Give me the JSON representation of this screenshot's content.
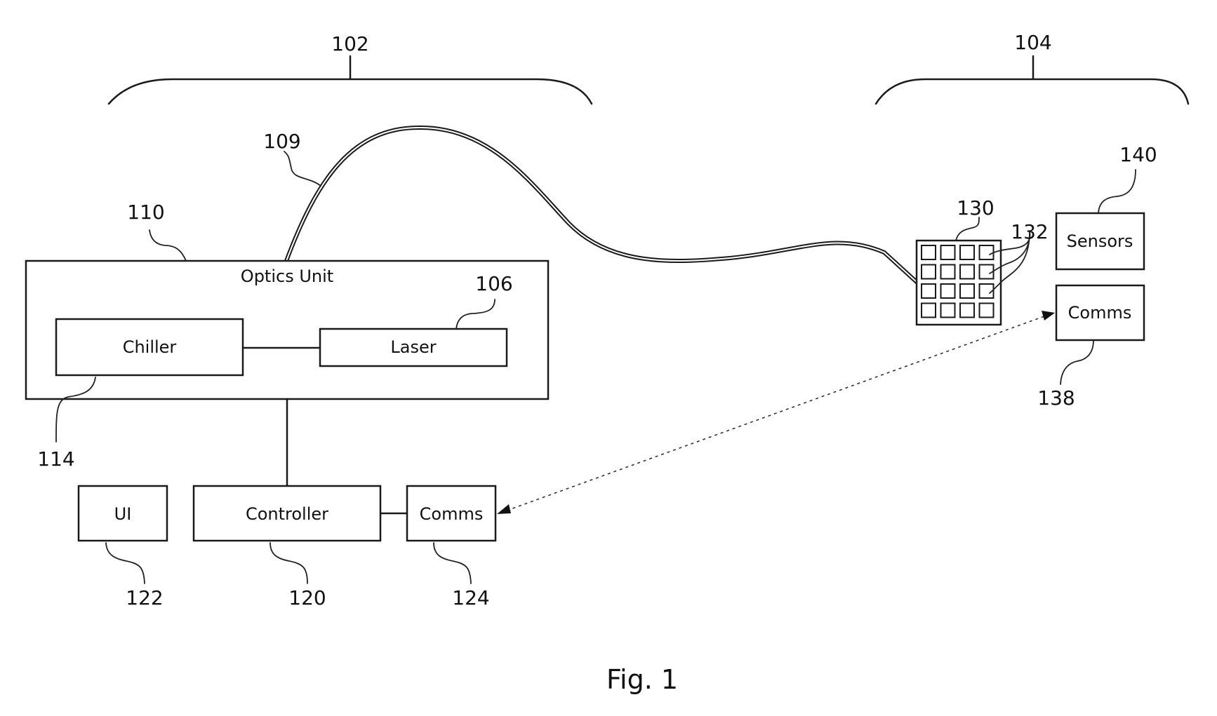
{
  "labels": {
    "optics_unit": "Optics Unit",
    "chiller": "Chiller",
    "laser": "Laser",
    "controller": "Controller",
    "ui": "UI",
    "comms_base": "Comms",
    "sensors": "Sensors",
    "comms_remote": "Comms"
  },
  "refs": {
    "r102": "102",
    "r104": "104",
    "r106": "106",
    "r109": "109",
    "r110": "110",
    "r114": "114",
    "r120": "120",
    "r122": "122",
    "r124": "124",
    "r130": "130",
    "r132": "132",
    "r138": "138",
    "r140": "140"
  },
  "caption": "Fig. 1"
}
